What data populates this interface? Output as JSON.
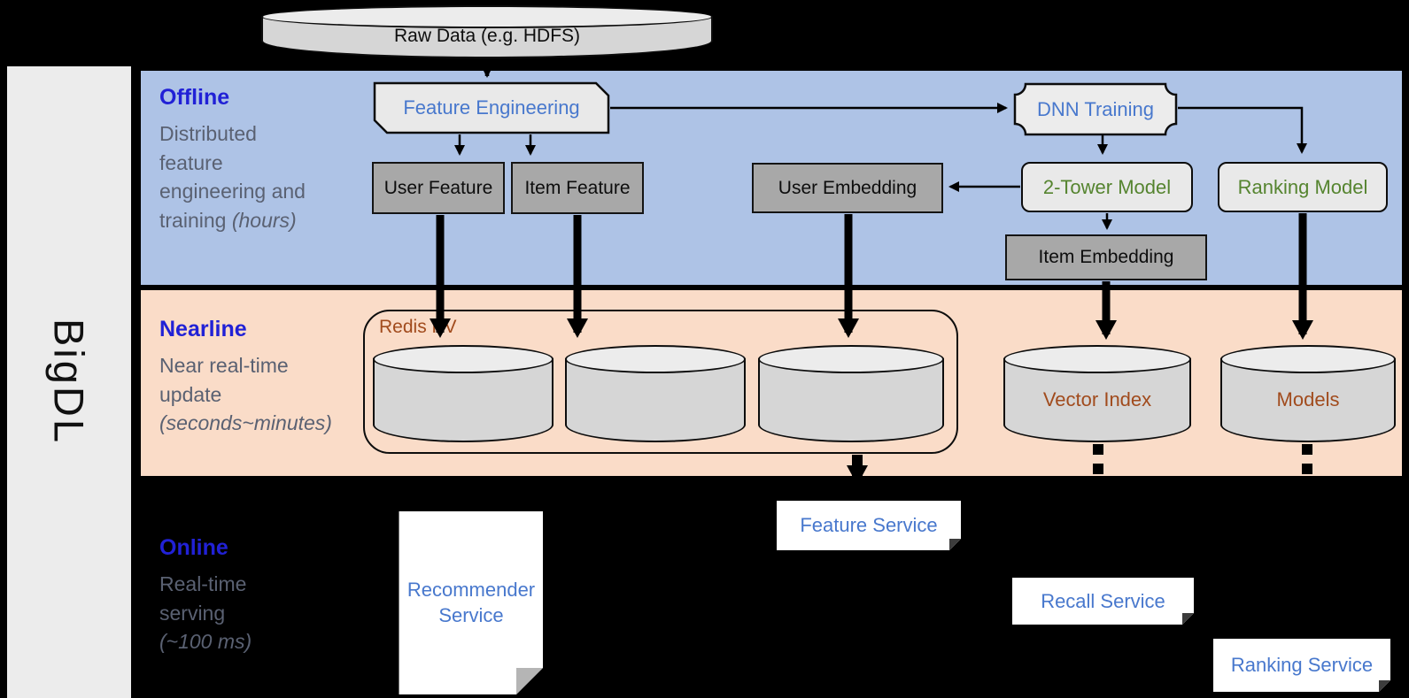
{
  "colors": {
    "band_blue": "#aec3e6",
    "band_orange": "#fadcc8",
    "heading_blue": "#2121d6",
    "accent_blue": "#4878cd",
    "green": "#55842f",
    "brown": "#a14b1d",
    "body_gray": "#5a6172",
    "box_gray": "#a8a8a8",
    "shape_light": "#e9e9e9"
  },
  "brand": {
    "label": "BigDL"
  },
  "source_db": {
    "label": "Raw Data (e.g. HDFS)"
  },
  "bands": {
    "offline": {
      "title": "Offline",
      "line1": "Distributed",
      "line2": "feature",
      "line3": "engineering and",
      "line4_normal": "training ",
      "line4_italic": "(hours)"
    },
    "nearline": {
      "title": "Nearline",
      "line1": "Near real-time",
      "line2": "update",
      "line3_italic": "(seconds~minutes)"
    },
    "online": {
      "title": "Online",
      "line1": "Real-time",
      "line2": "serving",
      "line3_italic": "(~100 ms)"
    }
  },
  "nodes": {
    "feature_engineering": "Feature Engineering",
    "dnn_training": "DNN Training",
    "user_feature": "User Feature",
    "item_feature": "Item Feature",
    "user_embedding": "User Embedding",
    "two_tower_model": "2-Tower Model",
    "ranking_model": "Ranking Model",
    "item_embedding": "Item Embedding",
    "redis_kv": "Redis KV",
    "vector_index": "Vector Index",
    "models": "Models",
    "recommender_service": "Recommender Service",
    "feature_service": "Feature Service",
    "recall_service": "Recall Service",
    "ranking_service": "Ranking Service"
  }
}
